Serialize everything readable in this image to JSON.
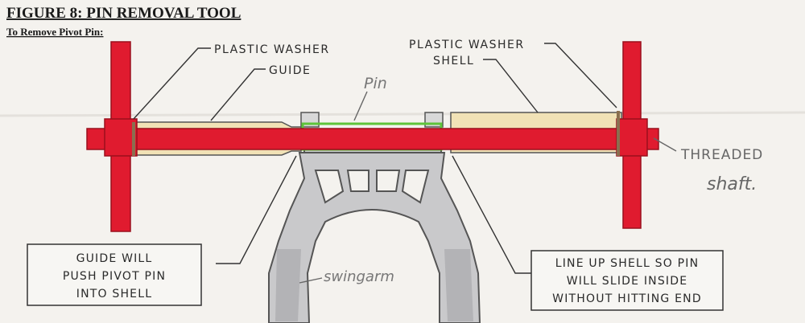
{
  "header": {
    "title": "FIGURE 8:  PIN REMOVAL TOOL",
    "subtitle": "To Remove Pivot Pin:"
  },
  "labels": {
    "plastic_washer_left": "PLASTIC WASHER",
    "guide": "GUIDE",
    "plastic_washer_right": "PLASTIC WASHER",
    "shell": "SHELL",
    "pin": "Pin",
    "threaded": "THREADED",
    "shaft": "shaft.",
    "swingarm": "swingarm"
  },
  "notes": {
    "left_line1": "GUIDE WILL",
    "left_line2": "PUSH PIVOT PIN",
    "left_line3": "INTO SHELL",
    "right_line1": "LINE UP SHELL SO PIN",
    "right_line2": "WILL SLIDE INSIDE",
    "right_line3": "WITHOUT HITTING END"
  },
  "colors": {
    "shaft_red": "#e01b2f",
    "wood": "#f1e2b6",
    "pin_green": "#5ec43a",
    "swingarm_gray": "#c9c9cb",
    "ink": "#2a2a2a"
  }
}
